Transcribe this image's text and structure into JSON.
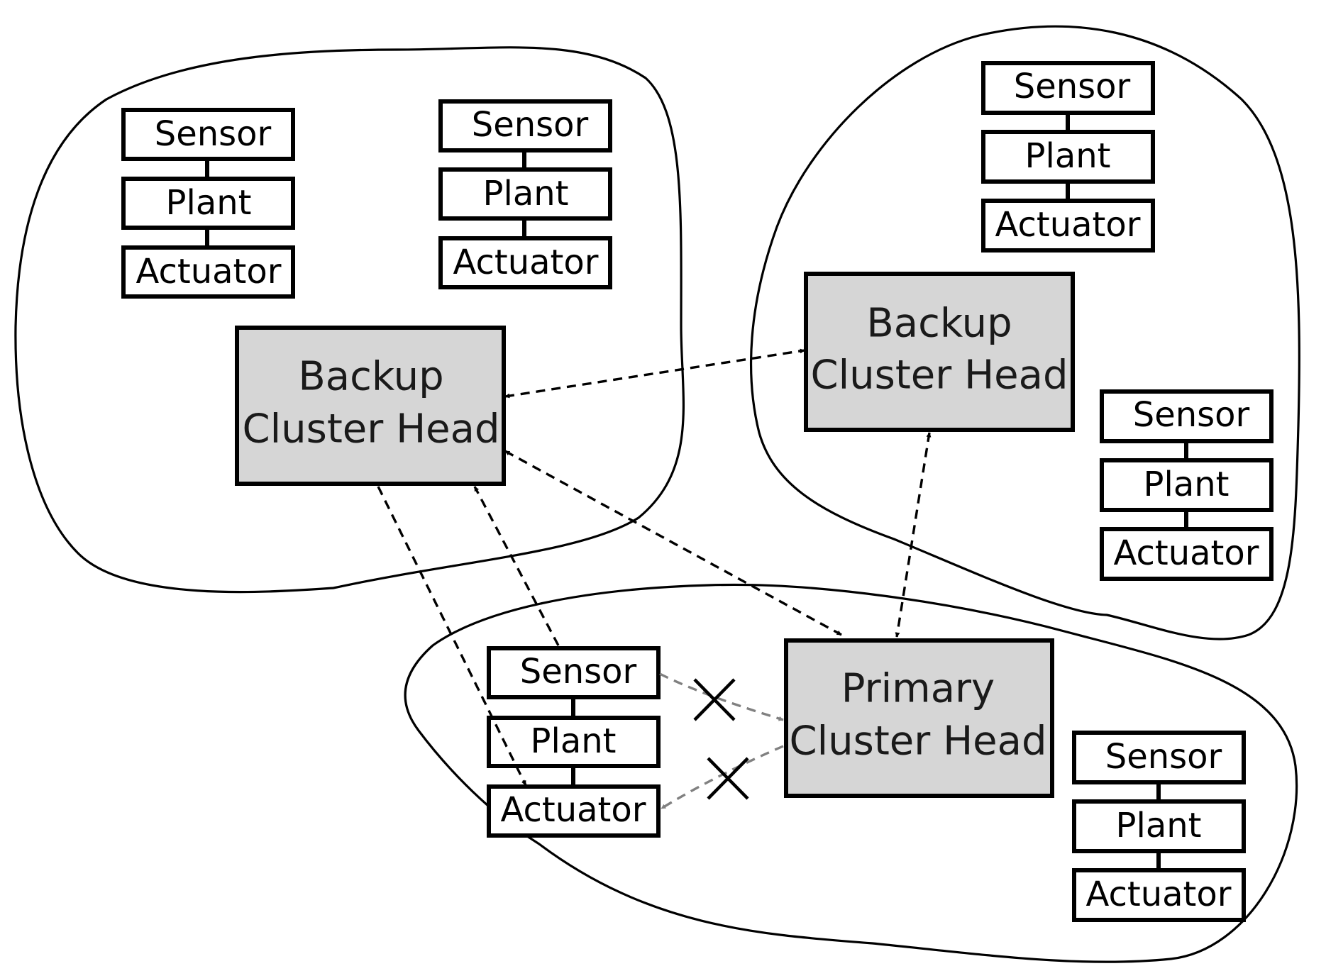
{
  "components": {
    "sensor": "Sensor",
    "plant": "Plant",
    "actuator": "Actuator"
  },
  "cluster_heads": {
    "backup_left": {
      "line1": "Backup",
      "line2": "Cluster Head"
    },
    "backup_right": {
      "line1": "Backup",
      "line2": "Cluster Head"
    },
    "primary": {
      "line1": "Primary",
      "line2": "Cluster Head"
    }
  },
  "colors": {
    "cluster_head_fill": "#d6d6d6",
    "failed_link": "#808080",
    "active_link": "#000000"
  }
}
